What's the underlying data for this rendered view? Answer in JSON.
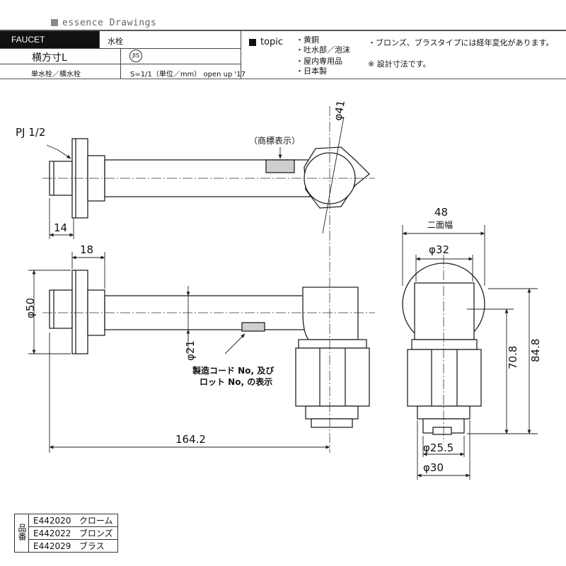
{
  "header": {
    "brand": "essence Drawings",
    "category": "FAUCET",
    "category_jp": "水栓",
    "product_name": "横方寸L",
    "jis_mark": "JIS",
    "sub_type": "単水栓／横水栓",
    "scale_info": "S=1/1（単位／mm） open up '17",
    "topic_label": "topic",
    "topic_items": [
      "・黄銅",
      "・吐水部／泡沫",
      "・屋内専用品",
      "・日本製"
    ],
    "notes": [
      "・ブロンズ、ブラスタイプには経年変化があります。",
      "※ 設計寸法です。"
    ]
  },
  "drawing": {
    "labels": {
      "thread": "PJ 1/2",
      "trademark": "（商標表示）",
      "code_line1": "製造コード No, 及び",
      "code_line2": "ロット No, の表示",
      "flat_note": "二面幅"
    },
    "dimensions": {
      "d14": "14",
      "d18": "18",
      "phi41": "φ41",
      "phi50": "φ50",
      "phi21": "φ21",
      "d164": "164.2",
      "d48": "48",
      "phi32": "φ32",
      "d70": "70.8",
      "d84": "84.8",
      "phi25": "φ25.5",
      "phi30": "φ30"
    }
  },
  "parts": {
    "label": "品番",
    "rows": [
      {
        "code": "E442020",
        "finish": "クローム"
      },
      {
        "code": "E442022",
        "finish": "ブロンズ"
      },
      {
        "code": "E442029",
        "finish": "ブラス"
      }
    ]
  },
  "colors": {
    "line": "#222222",
    "fill_grey": "#cfcfcf",
    "header_black": "#111111"
  }
}
